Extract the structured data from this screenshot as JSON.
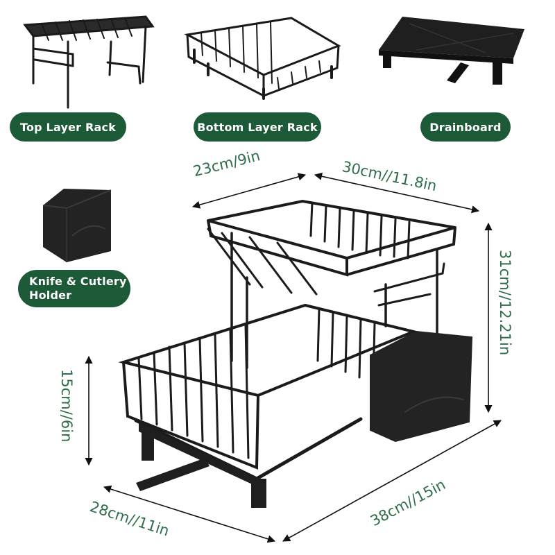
{
  "labels": {
    "top_layer_rack": "Top Layer Rack",
    "bottom_layer_rack": "Bottom Layer Rack",
    "drainboard": "Drainboard",
    "knife_cutlery_holder": "Knife & Cutlery\nHolder"
  },
  "dimensions": {
    "top_depth": "23cm/9in",
    "top_width": "30cm//11.8in",
    "total_height": "31cm//12.21in",
    "bottom_height": "15cm//6in",
    "base_depth": "28cm//11in",
    "base_width": "38cm//15in"
  },
  "colors": {
    "label_bg": "#1d5a38",
    "dimension_text": "#2e6e4a",
    "product": "#1c1c1c"
  }
}
